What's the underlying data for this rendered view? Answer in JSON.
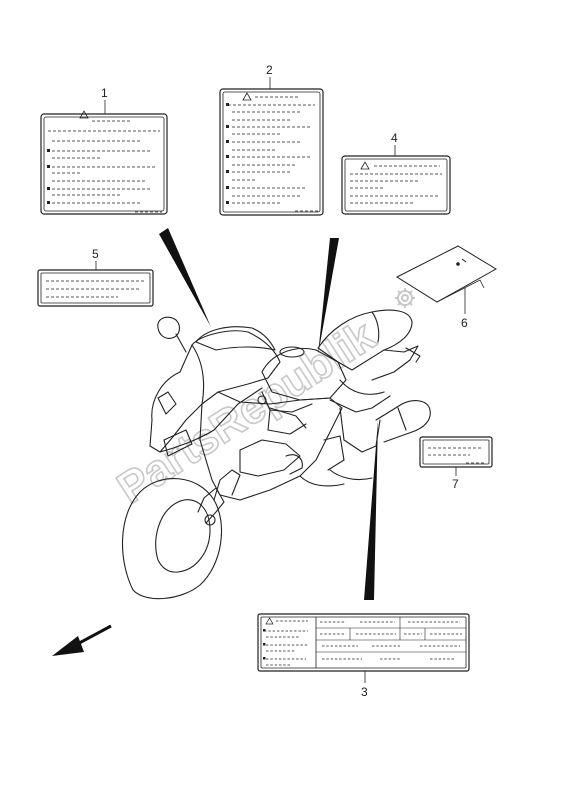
{
  "callouts": {
    "c1": "1",
    "c2": "2",
    "c3": "3",
    "c4": "4",
    "c5": "5",
    "c6": "6",
    "c7": "7"
  },
  "watermark": "PartsRepublik",
  "icons": [
    "warning-triangle-icon",
    "direction-arrow-icon",
    "gear-icon"
  ],
  "colors": {
    "line": "#222222",
    "watermark": "#c8c8c8",
    "background": "#ffffff"
  }
}
